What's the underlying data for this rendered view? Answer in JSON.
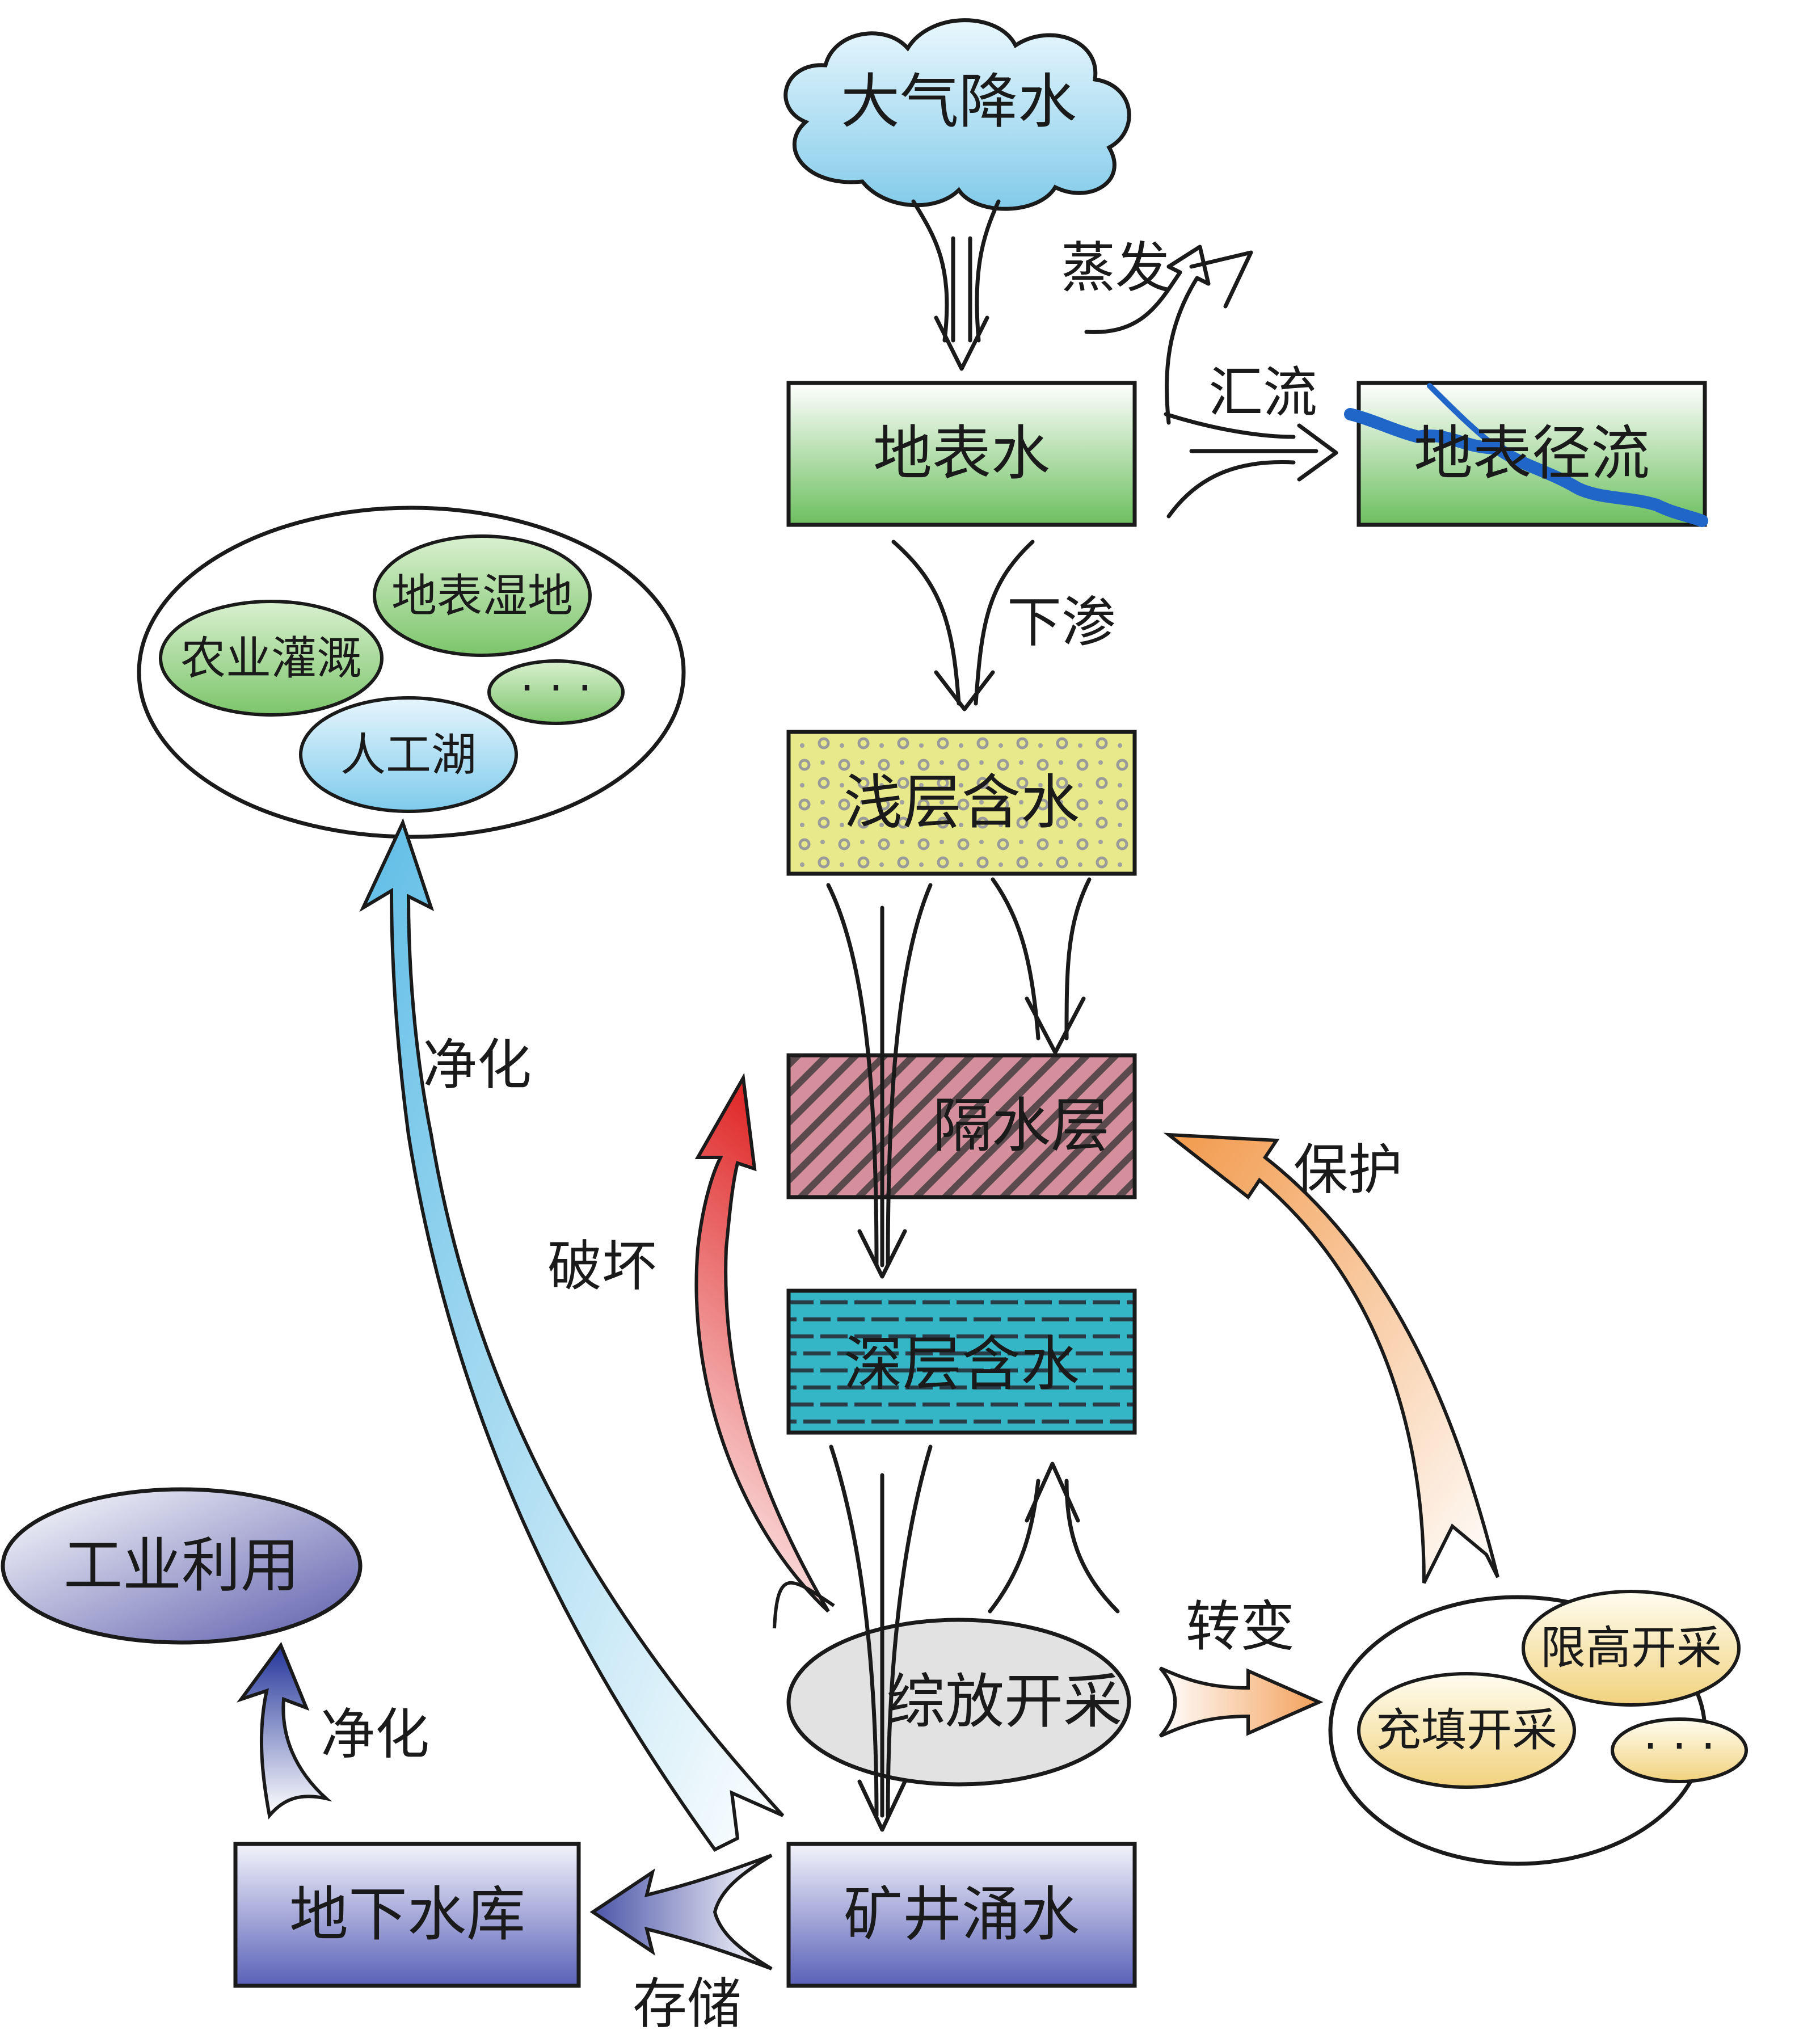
{
  "nodes": {
    "precipitation": "大气降水",
    "surface_water": "地表水",
    "surface_runoff": "地表径流",
    "shallow_aquifer": "浅层含水",
    "aquitard": "隔水层",
    "deep_aquifer": "深层含水",
    "top_coal_caving": "综放开采",
    "mine_water_inflow": "矿井涌水",
    "underground_reservoir": "地下水库",
    "industrial_use": "工业利用"
  },
  "uses_group": {
    "agricultural_irrigation": "农业灌溉",
    "surface_wetland": "地表湿地",
    "artificial_lake": "人工湖",
    "more": "· · ·"
  },
  "methods_group": {
    "height_limited_mining": "限高开采",
    "backfill_mining": "充填开采",
    "more": "· · ·"
  },
  "edges": {
    "evaporation": "蒸发",
    "confluence": "汇流",
    "infiltration": "下渗",
    "purification_upper": "净化",
    "destruction": "破坏",
    "protection": "保护",
    "transformation": "转变",
    "purification_lower": "净化",
    "storage": "存储"
  },
  "colors": {
    "cloud": "#8fd0ec",
    "surface_green": "#6cbf5e",
    "shallow_yellow": "#e7e98a",
    "aquitard_pink": "#c97c8e",
    "deep_cyan": "#35b6c6",
    "mine_blue": "#5a61b8",
    "river_blue": "#1f66c8",
    "red_arrow": "#e23c3c",
    "orange_arrow": "#f2a35a",
    "lightblue_arrow": "#6fc3e8",
    "navy_arrow": "#2f3f9e"
  }
}
